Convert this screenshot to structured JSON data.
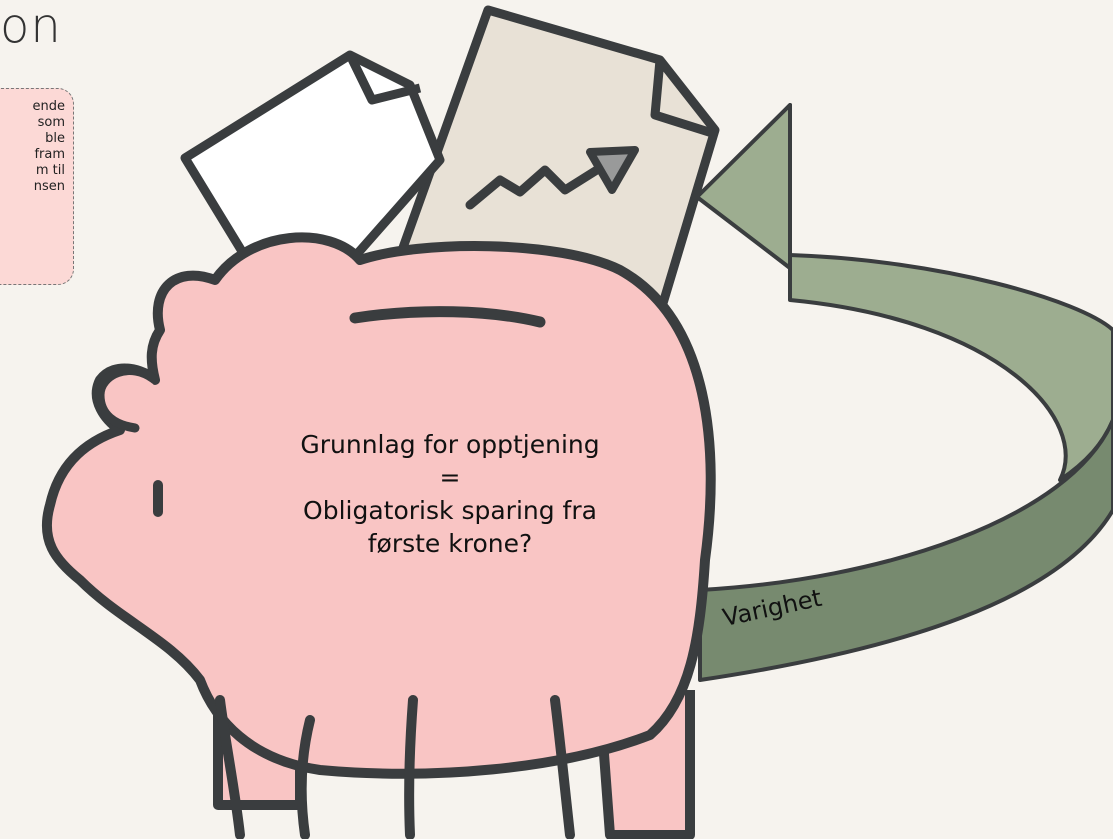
{
  "title": "on",
  "note": {
    "lines": [
      "ende",
      "som",
      "ble",
      "fram",
      "m til",
      "nsen"
    ]
  },
  "center_text": {
    "line1": "Grunnlag for opptjening",
    "line2": "=",
    "line3": "Obligatorisk sparing fra",
    "line4": "første krone?"
  },
  "arrow_label": "Varighet",
  "colors": {
    "background": "#f6f3ee",
    "piggy": "#f9c5c4",
    "outline": "#3a3d3f",
    "paper_front": "#ffffff",
    "paper_back": "#e8e1d6",
    "arrow_light": "#9dad90",
    "arrow_dark": "#778a6f",
    "note_bg": "#fcd9d6"
  }
}
